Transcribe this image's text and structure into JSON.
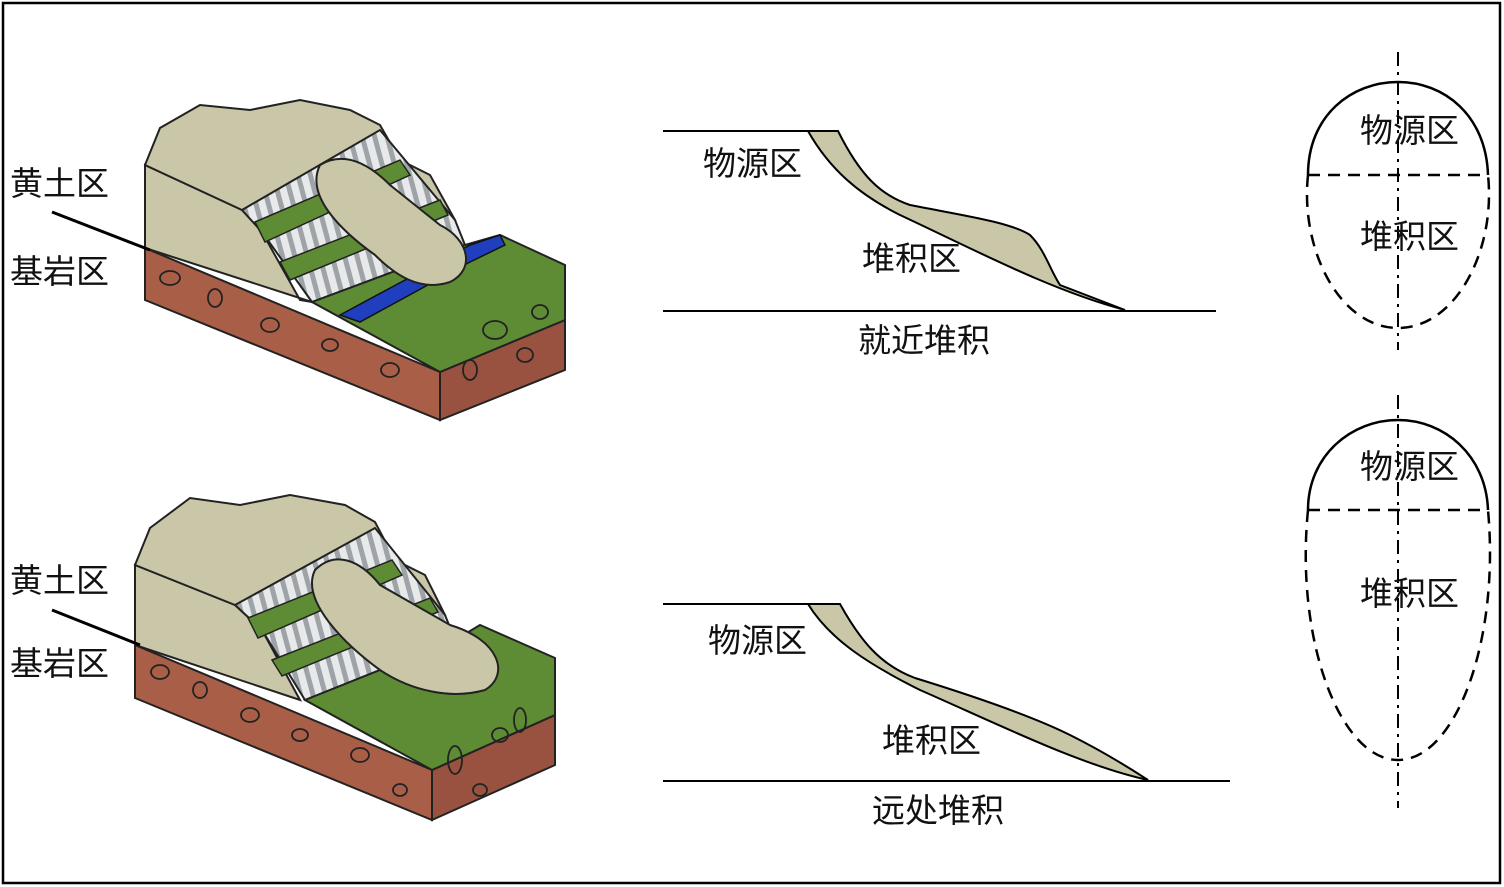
{
  "top": {
    "block": {
      "loess_label": "黄土区",
      "bedrock_label": "基岩区"
    },
    "profile": {
      "source_label": "物源区",
      "deposit_label": "堆积区",
      "caption": "就近堆积"
    },
    "plan": {
      "source_label": "物源区",
      "deposit_label": "堆积区"
    }
  },
  "bottom": {
    "block": {
      "loess_label": "黄土区",
      "bedrock_label": "基岩区"
    },
    "profile": {
      "source_label": "物源区",
      "deposit_label": "堆积区",
      "caption": "远处堆积"
    },
    "plan": {
      "source_label": "物源区",
      "deposit_label": "堆积区"
    }
  },
  "colors": {
    "loess": "#c9c7a7",
    "bedrock": "#a95e48",
    "grass": "#5e8c34",
    "river": "#1f3fbf",
    "terrace_gray": "#d4d6d8",
    "deposit_fill": "#c9c7a7"
  }
}
